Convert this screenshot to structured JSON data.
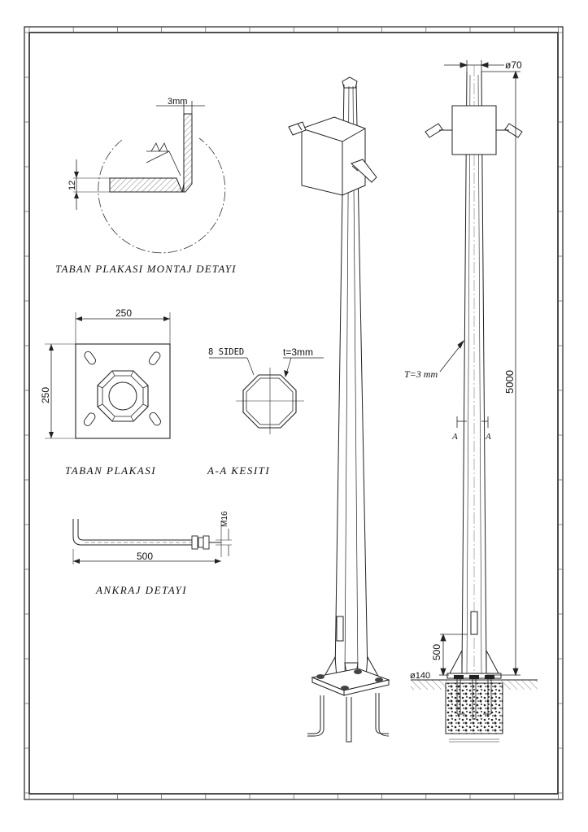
{
  "drawing": {
    "titles": {
      "mount_detail": "TABAN PLAKASI MONTAJ DETAYI",
      "base_plate": "TABAN PLAKASI",
      "section": "A-A KESITI",
      "anchor": "ANKRAJ DETAYI"
    },
    "mount_detail": {
      "weld_gap": "3mm",
      "plate_thickness": "12"
    },
    "base_plate": {
      "width": "250",
      "height": "250"
    },
    "section": {
      "sides": "8 SIDED",
      "thickness": "t=3mm"
    },
    "anchor": {
      "length": "500",
      "bolt": "M16"
    },
    "elevation": {
      "top_diameter": "ø70",
      "wall": "T=3 mm",
      "height": "5000",
      "section_mark": "A",
      "ground_depth": "500",
      "base_diameter": "ø140"
    }
  }
}
